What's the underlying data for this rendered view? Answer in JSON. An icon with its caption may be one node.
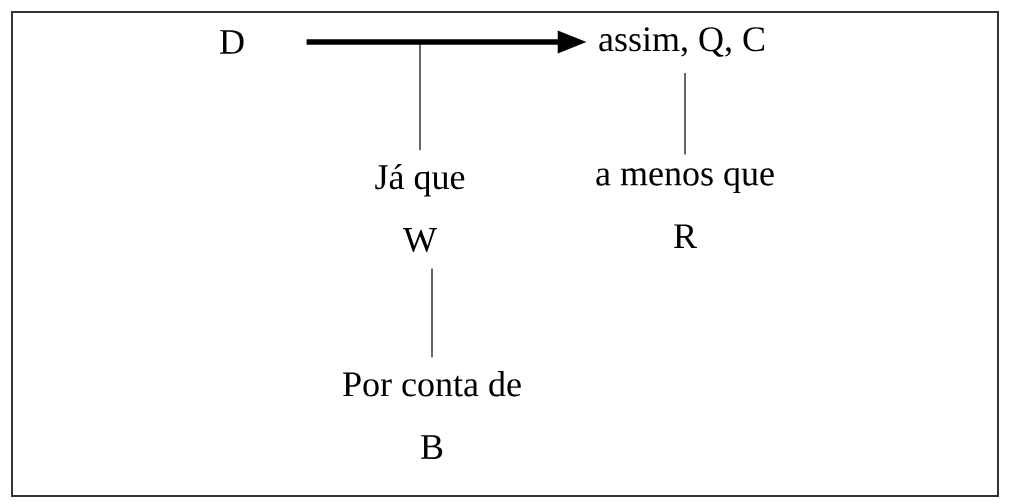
{
  "diagram": {
    "nodes": [
      {
        "text": [
          "D"
        ]
      },
      {
        "text": [
          "assim, Q, C"
        ]
      },
      {
        "text": [
          "Já que",
          "W"
        ]
      },
      {
        "text": [
          "a menos que",
          "R"
        ]
      },
      {
        "text": [
          "Por conta de",
          "B"
        ]
      }
    ],
    "edges": [
      {
        "from": 0,
        "to": 1,
        "arrow": "to",
        "style": "thick"
      },
      {
        "from": 2,
        "to": null,
        "arrow": "none"
      },
      {
        "from": 3,
        "to": 1,
        "arrow": "none"
      },
      {
        "from": 4,
        "to": 2,
        "arrow": "none"
      }
    ]
  }
}
